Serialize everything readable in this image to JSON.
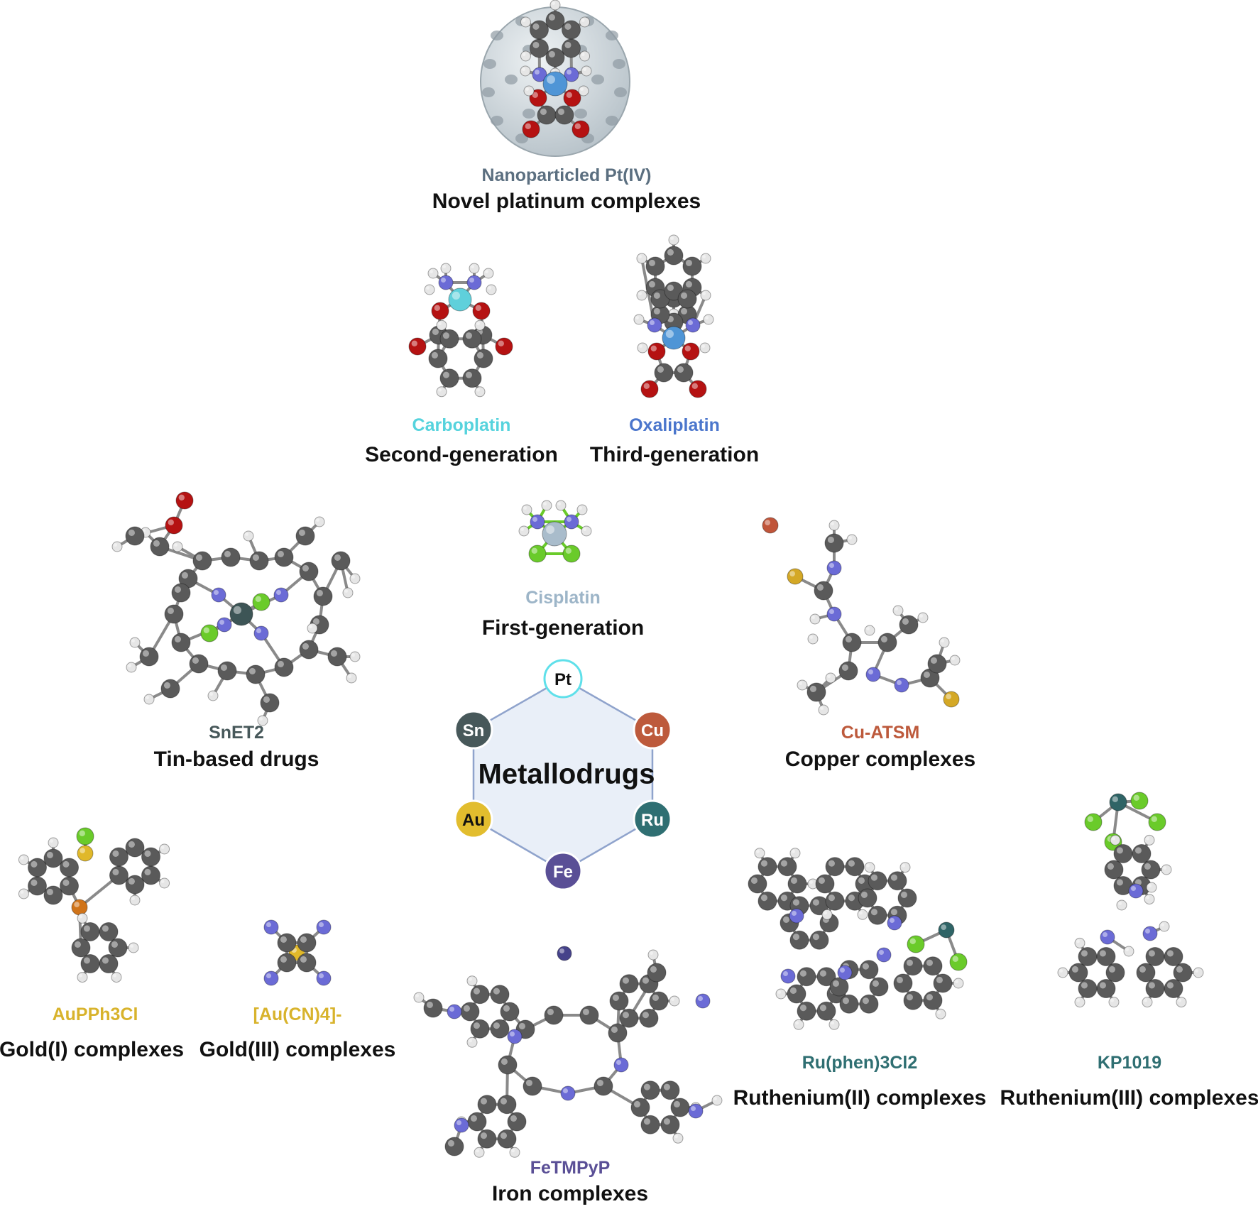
{
  "hub": {
    "title": "Metallodrugs",
    "metals": [
      {
        "symbol": "Pt",
        "fill": "#ffffff",
        "stroke": "#5fe0ea",
        "text": "#111111"
      },
      {
        "symbol": "Cu",
        "fill": "#bd5a3c",
        "stroke": "#ffffff",
        "text": "#ffffff"
      },
      {
        "symbol": "Ru",
        "fill": "#2f6f72",
        "stroke": "#ffffff",
        "text": "#ffffff"
      },
      {
        "symbol": "Fe",
        "fill": "#5a4f96",
        "stroke": "#ffffff",
        "text": "#ffffff"
      },
      {
        "symbol": "Au",
        "fill": "#e2bd2e",
        "stroke": "#ffffff",
        "text": "#111111"
      },
      {
        "symbol": "Sn",
        "fill": "#47585a",
        "stroke": "#ffffff",
        "text": "#ffffff"
      }
    ],
    "hexagon_fill": "#e9eff8",
    "hexagon_stroke": "#8fa3cc"
  },
  "compounds": [
    {
      "id": "nanoparticle",
      "name": "Nanoparticled Pt(IV)",
      "category": "Novel platinum complexes",
      "name_color": "#5b6f80"
    },
    {
      "id": "carboplatin",
      "name": "Carboplatin",
      "category": "Second-generation",
      "name_color": "#56d3dd"
    },
    {
      "id": "oxaliplatin",
      "name": "Oxaliplatin",
      "category": "Third-generation",
      "name_color": "#4b76cc"
    },
    {
      "id": "cisplatin",
      "name": "Cisplatin",
      "category": "First-generation",
      "name_color": "#9db5c8"
    },
    {
      "id": "snet2",
      "name": "SnET2",
      "category": "Tin-based drugs",
      "name_color": "#47585a"
    },
    {
      "id": "cuatsm",
      "name": "Cu-ATSM",
      "category": "Copper complexes",
      "name_color": "#bd5a3c"
    },
    {
      "id": "aupph3cl",
      "name": "AuPPh3Cl",
      "category": "Gold(I) complexes",
      "name_color": "#d8b32c"
    },
    {
      "id": "aucn4",
      "name": "[Au(CN)4]-",
      "category": "Gold(III) complexes",
      "name_color": "#d8b32c"
    },
    {
      "id": "fetmpyp",
      "name": "FeTMPyP",
      "category": "Iron complexes",
      "name_color": "#5a4f96"
    },
    {
      "id": "ruphen",
      "name": "Ru(phen)3Cl2",
      "category": "Ruthenium(II) complexes",
      "name_color": "#2f6f72"
    },
    {
      "id": "kp1019",
      "name": "KP1019",
      "category": "Ruthenium(III) complexes",
      "name_color": "#2f6f72"
    }
  ],
  "atom_colors": {
    "carbon": "#5a5a5a",
    "hydrogen": "#e6e6e6",
    "nitrogen": "#6b6bd6",
    "oxygen": "#b51212",
    "chlorine": "#6acb2a",
    "sulfur": "#d4a826",
    "phosphorus": "#d0741a",
    "platinum": "#4f95d6",
    "platinum_carbo": "#5fd0db",
    "platinum_cis": "#a9bccb",
    "tin": "#3d5556",
    "copper": "#c0553a",
    "gold": "#e0b82a",
    "iron": "#45428a",
    "ruthenium": "#2f6466"
  },
  "nanoparticle_shell": {
    "fill": "#c9d2d8",
    "spots": "#8e9aa2"
  }
}
